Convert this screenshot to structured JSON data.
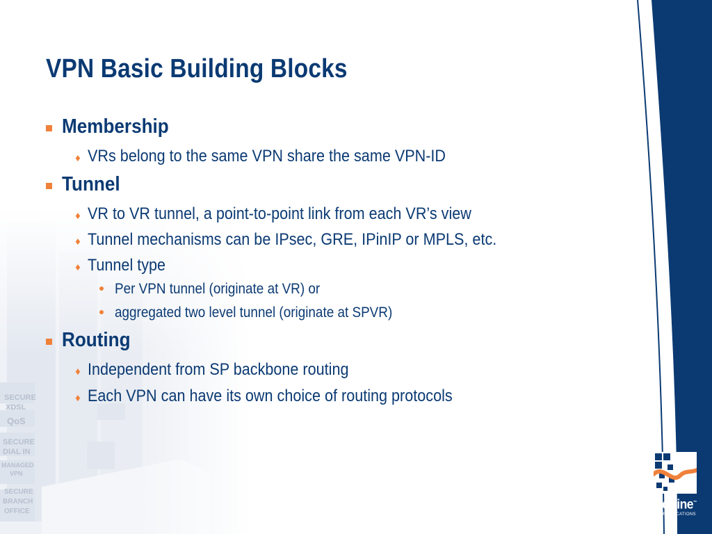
{
  "slide": {
    "title": "VPN Basic Building Blocks",
    "sections": [
      {
        "heading": "Membership",
        "items": [
          {
            "text": "VRs belong to the same VPN share the same VPN-ID"
          }
        ]
      },
      {
        "heading": "Tunnel",
        "items": [
          {
            "text": "VR to VR tunnel, a point-to-point link from each VR’s view"
          },
          {
            "text": "Tunnel mechanisms can be IPsec, GRE, IPinIP or MPLS, etc."
          },
          {
            "text": "Tunnel type"
          }
        ],
        "subitems": [
          "Per VPN tunnel (originate at VR) or",
          "aggregated two level tunnel (originate at SPVR)"
        ]
      },
      {
        "heading": "Routing",
        "items": [
          {
            "text": "Independent from SP backbone routing"
          },
          {
            "text": "Each VPN can have its own choice of routing protocols"
          }
        ]
      }
    ]
  },
  "background": {
    "building_signs": [
      "SECURE",
      "XDSL",
      "QoS",
      "SECURE",
      "DIAL IN",
      "MANAGED",
      "VPN",
      "SECURE",
      "BRANCH",
      "OFFICE"
    ]
  },
  "logo": {
    "name": "CoSine",
    "trademark": "™",
    "tagline": "COMMUNICATIONS"
  },
  "colors": {
    "title": "#0b3a73",
    "text": "#0b3a73",
    "bullet_accent": "#f0813a",
    "band": "#0b3a73"
  }
}
